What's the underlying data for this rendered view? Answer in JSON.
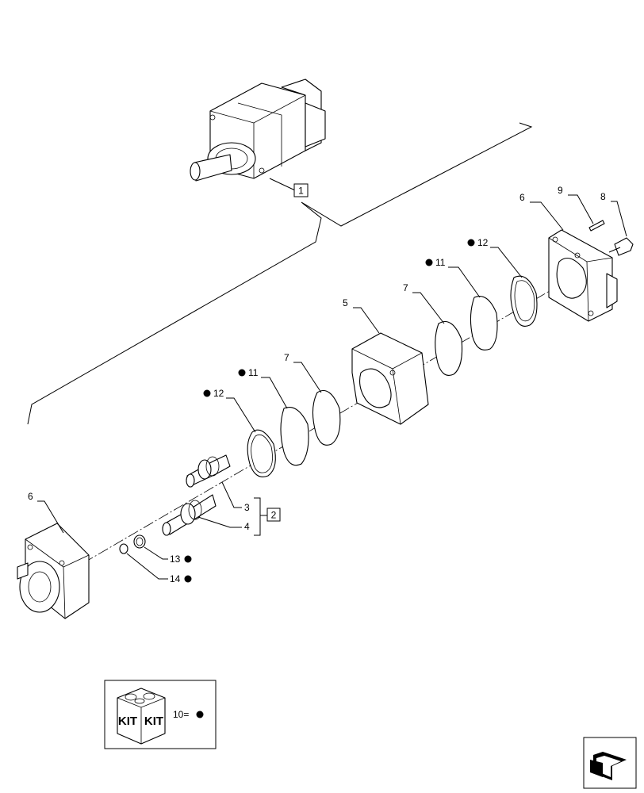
{
  "callouts": {
    "c1": "1",
    "c2": "2",
    "c3": "3",
    "c4": "4",
    "c5": "5",
    "c6a": "6",
    "c6b": "6",
    "c7a": "7",
    "c7b": "7",
    "c8": "8",
    "c9": "9",
    "c11a": "11",
    "c11b": "11",
    "c12a": "12",
    "c12b": "12",
    "c13": "13",
    "c14": "14"
  },
  "kit_box": {
    "left_label": "KIT",
    "right_label": "KIT",
    "legend": "10="
  },
  "icons": [
    "bullet-dot-icon",
    "kit-box-icon",
    "next-page-arrow-icon"
  ]
}
